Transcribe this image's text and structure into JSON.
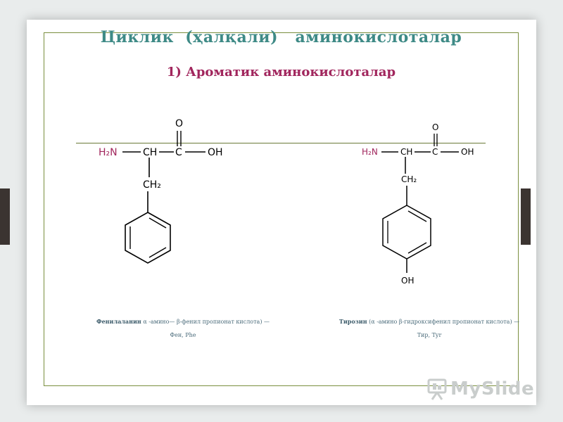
{
  "slide": {
    "title": "Циклик  (ҳалқали)   аминокислоталар",
    "subtitle": "1) Ароматик аминокислоталар"
  },
  "phenylalanine": {
    "atoms": {
      "h2n": "H₂N",
      "ch": "CH",
      "c": "C",
      "oh": "OH",
      "o": "O",
      "ch2": "CH₂"
    },
    "caption_name": "Фенилаланин",
    "caption_desc": "α -амино— β-фенил пропионат кислота) —",
    "caption_abbr": "Фен, Phe"
  },
  "tyrosine": {
    "atoms": {
      "h2n": "H₂N",
      "ch": "CH",
      "c": "C",
      "oh": "OH",
      "o": "O",
      "ch2": "CH₂",
      "ring_oh": "OH"
    },
    "caption_name": "Тирозин",
    "caption_desc": "(α -амино β-гидроксифенил пропионат кислота) —",
    "caption_abbr": "Тир, Tyr"
  },
  "watermark": {
    "text": "MySlide"
  },
  "colors": {
    "title": "#3e8a86",
    "subtitle": "#a1265d",
    "amine": "#a1265d",
    "frame": "#7a8f3e",
    "bond": "#000000"
  }
}
